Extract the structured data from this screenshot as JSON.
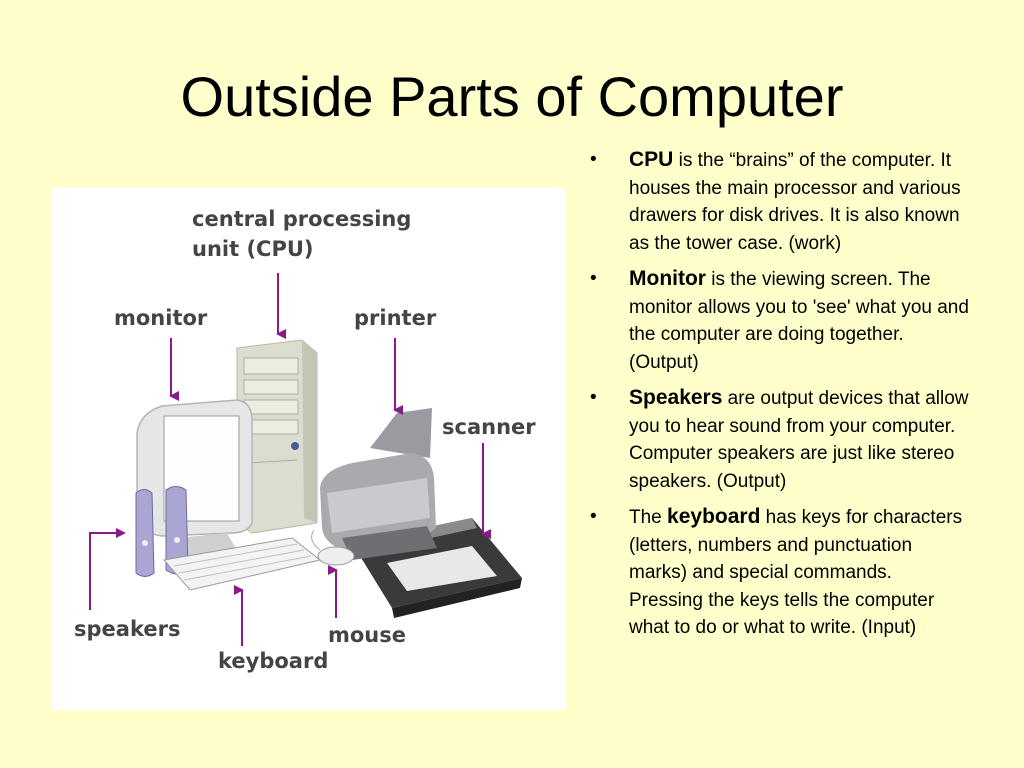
{
  "title": "Outside Parts of Computer",
  "figure": {
    "labels": {
      "cpu_line1": "central processing",
      "cpu_line2": "unit (CPU)",
      "monitor": "monitor",
      "printer": "printer",
      "scanner": "scanner",
      "speakers": "speakers",
      "keyboard": "keyboard",
      "mouse": "mouse"
    },
    "arrow_color": "#8b1a89"
  },
  "bullets": [
    {
      "pre": "",
      "term": "CPU",
      "text": " is the “brains” of the computer.  It houses the main processor and various drawers for disk drives.  It is also known as the tower case. (work)"
    },
    {
      "pre": "",
      "term": "Monitor",
      "text": " is the viewing screen.  The monitor allows you to 'see' what you and the computer are doing together. (Output)"
    },
    {
      "pre": "",
      "term": "Speakers",
      "text": " are output devices that allow you to hear sound from your computer. Computer speakers are just like stereo speakers. (Output)"
    },
    {
      "pre": "The ",
      "term": "keyboard",
      "text": " has keys for characters (letters, numbers and punctuation marks) and special commands. Pressing the keys tells the computer what to do or what to write. (Input)"
    }
  ],
  "bullet_glyph": "•"
}
